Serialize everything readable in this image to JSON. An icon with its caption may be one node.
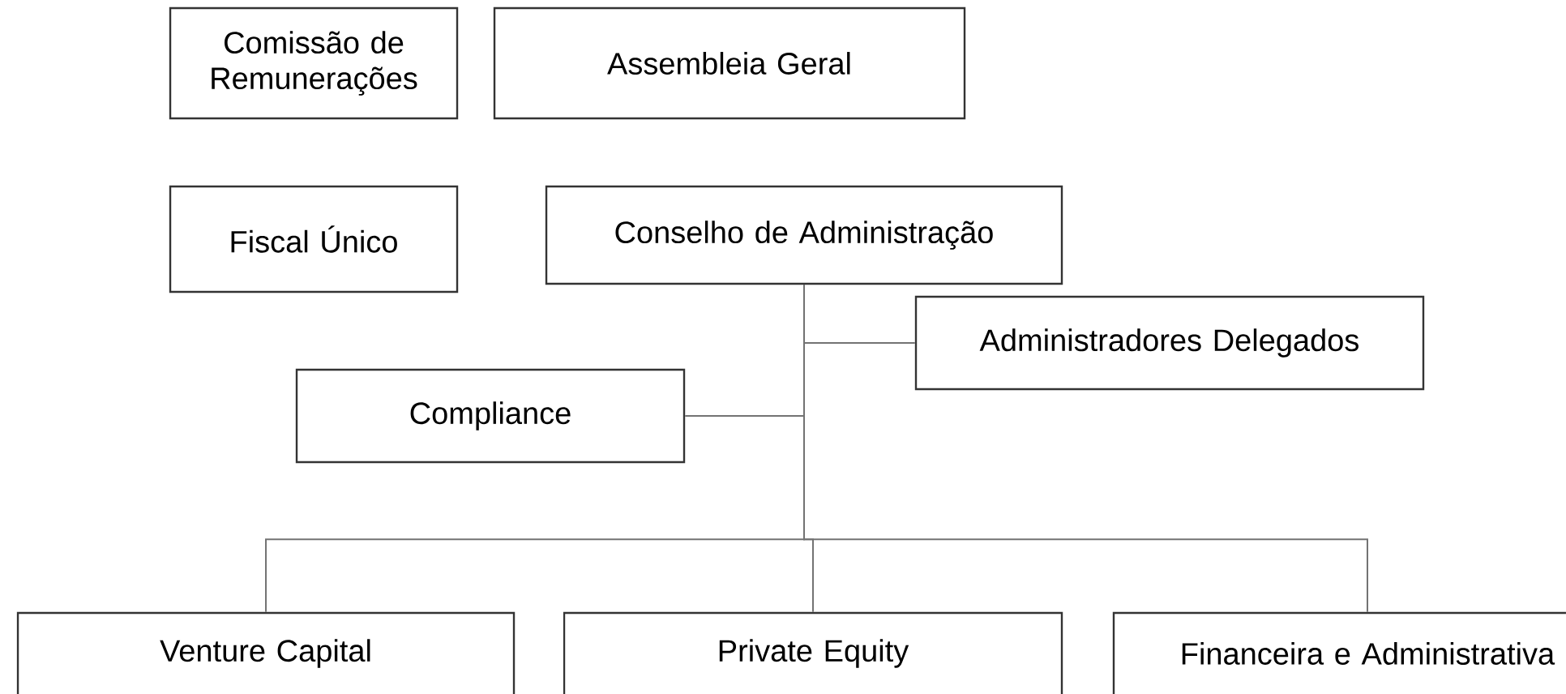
{
  "diagram": {
    "nodes": [
      {
        "text": [
          "Comissão de Remunerações"
        ]
      },
      {
        "text": [
          "Assembleia Geral"
        ]
      },
      {
        "text": [
          "Fiscal Único"
        ]
      },
      {
        "text": [
          "Conselho de Administração"
        ]
      },
      {
        "text": [
          "Administradores Delegados"
        ]
      },
      {
        "text": [
          "Compliance"
        ]
      },
      {
        "text": [
          "Venture Capital"
        ]
      },
      {
        "text": [
          "Private Equity"
        ]
      },
      {
        "text": [
          "Financeira e Administrativa"
        ]
      }
    ],
    "edges": [
      {
        "from": 3,
        "to": 4,
        "arrow": "none"
      },
      {
        "from": 3,
        "to": 5,
        "arrow": "none"
      },
      {
        "from": 3,
        "to": 6,
        "arrow": "none"
      },
      {
        "from": 3,
        "to": 7,
        "arrow": "none"
      },
      {
        "from": 3,
        "to": 8,
        "arrow": "none"
      }
    ]
  }
}
